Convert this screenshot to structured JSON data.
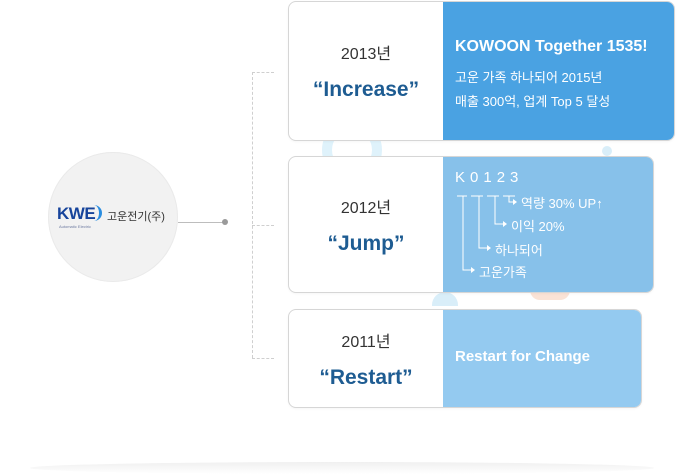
{
  "logo": {
    "brand": "KWE",
    "tagline": "Automatic Electric",
    "company": "고운전기(주)"
  },
  "colors": {
    "keyword": "#1e5c92",
    "card2013_accent": "#4aa2e2",
    "card2012_accent": "#87c1ea",
    "card2011_accent": "#94caf0"
  },
  "timeline": {
    "y2013": {
      "year": "2013년",
      "keyword": "“Increase”",
      "title": "KOWOON Together 1535!",
      "line1": "고운 가족 하나되어 2015년",
      "line2": "매출 300억, 업계 Top 5 달성"
    },
    "y2012": {
      "year": "2012년",
      "keyword": "“Jump”",
      "code": "K0123",
      "items": [
        "역량 30% UP↑",
        "이익 20%",
        "하나되어",
        "고운가족"
      ]
    },
    "y2011": {
      "year": "2011년",
      "keyword": "“Restart”",
      "text": "Restart for Change"
    }
  }
}
